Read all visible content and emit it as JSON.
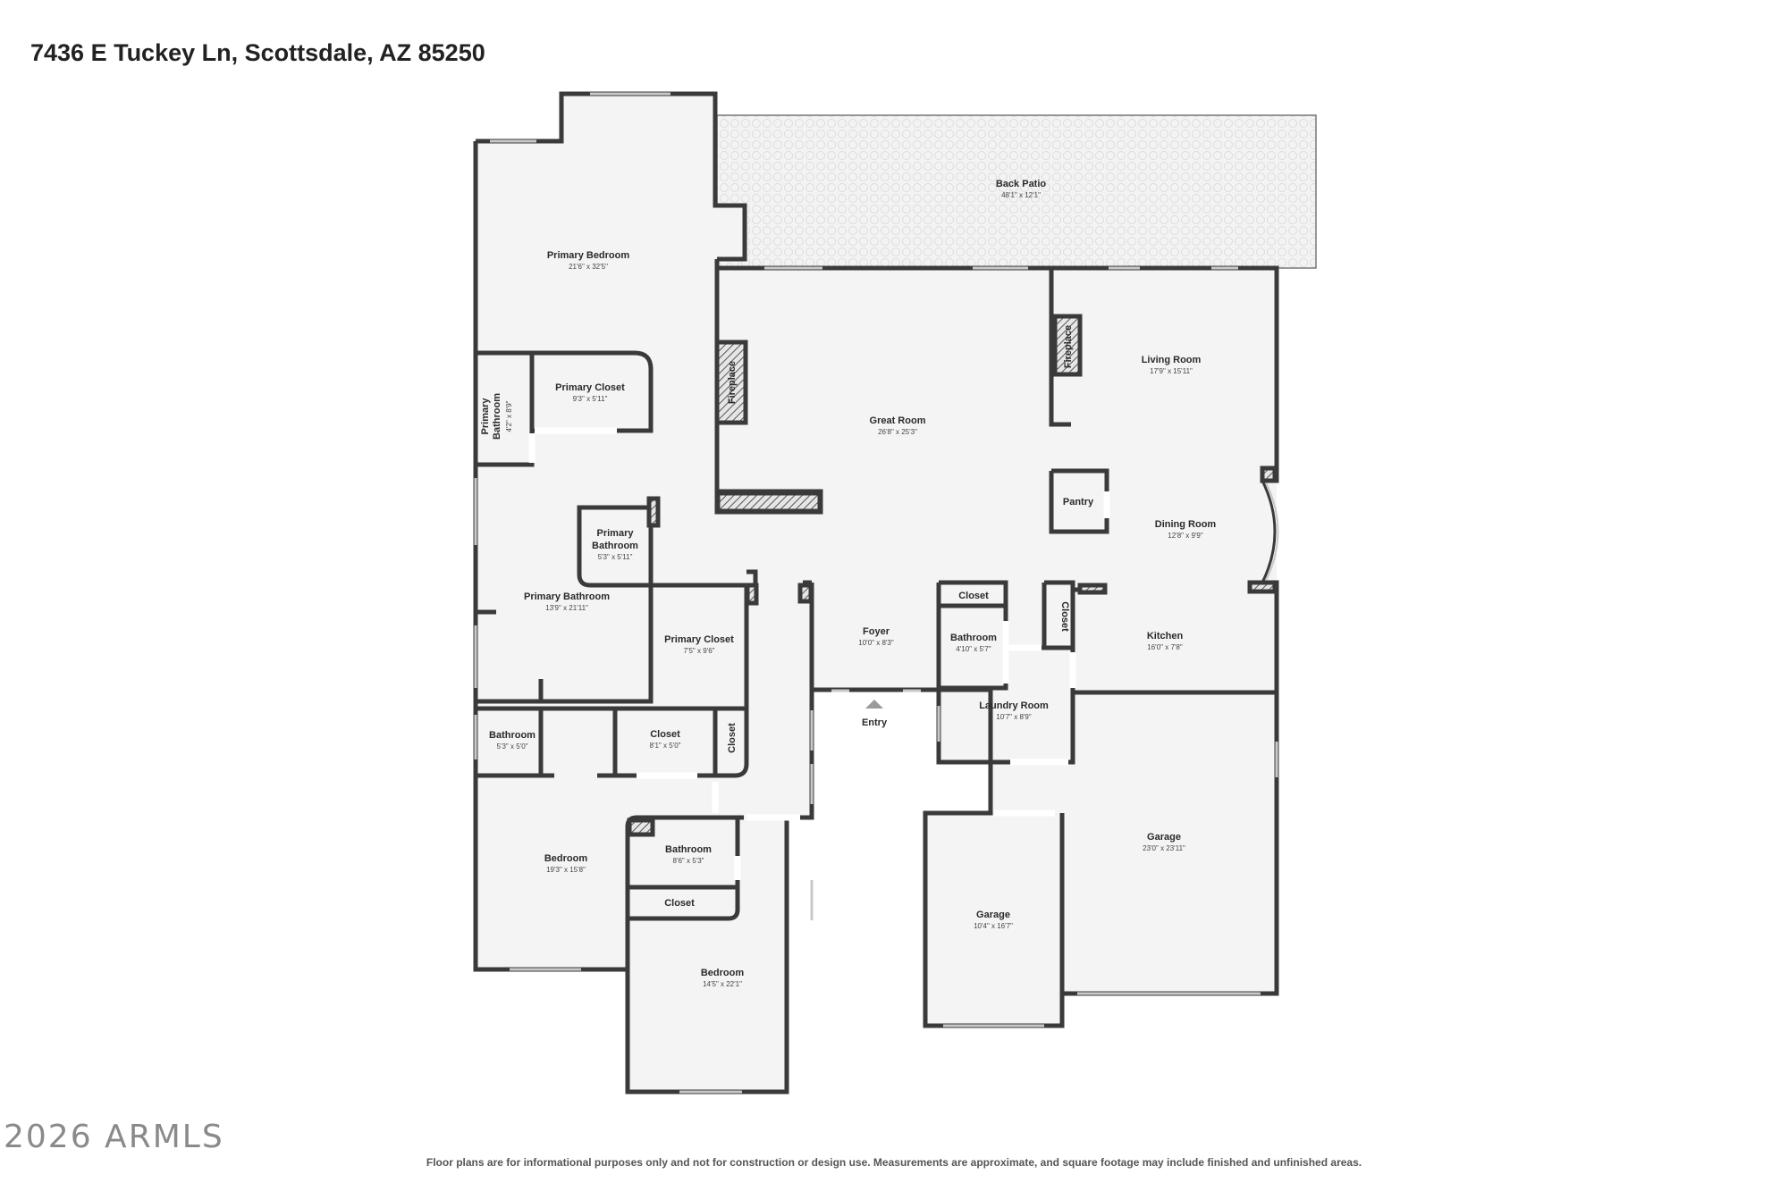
{
  "title": "7436 E Tuckey Ln, Scottsdale, AZ 85250",
  "entry_label": "Entry",
  "fireplace_label": "Fireplace",
  "rooms": {
    "back_patio": {
      "name": "Back Patio",
      "dim": "48'1\" x 12'1\""
    },
    "primary_bedroom": {
      "name": "Primary Bedroom",
      "dim": "21'6\" x 32'5\""
    },
    "primary_closet_1": {
      "name": "Primary Closet",
      "dim": "9'3\" x 5'11\""
    },
    "primary_bathroom_1": {
      "name": "Primary",
      "name2": "Bathroom",
      "dim": "4'2\" x 8'9\""
    },
    "primary_bathroom_2": {
      "name": "Primary",
      "name2": "Bathroom",
      "dim": "5'3\" x 5'11\""
    },
    "primary_bathroom_3": {
      "name": "Primary Bathroom",
      "dim": "13'9\" x 21'11\""
    },
    "primary_closet_2": {
      "name": "Primary Closet",
      "dim": "7'5\" x 9'6\""
    },
    "great_room": {
      "name": "Great Room",
      "dim": "26'8\" x 25'3\""
    },
    "living_room": {
      "name": "Living Room",
      "dim": "17'9\" x 15'11\""
    },
    "pantry": {
      "name": "Pantry"
    },
    "dining_room": {
      "name": "Dining Room",
      "dim": "12'8\" x 9'9\""
    },
    "closet_foyer": {
      "name": "Closet"
    },
    "closet_kitchen": {
      "name": "Closet"
    },
    "kitchen": {
      "name": "Kitchen",
      "dim": "16'0\" x 7'8\""
    },
    "foyer": {
      "name": "Foyer",
      "dim": "10'0\" x 8'3\""
    },
    "bathroom_center": {
      "name": "Bathroom",
      "dim": "4'10\" x 5'7\""
    },
    "laundry_room": {
      "name": "Laundry Room",
      "dim": "10'7\" x 8'9\""
    },
    "bathroom_west": {
      "name": "Bathroom",
      "dim": "5'3\" x 5'0\""
    },
    "closet_hall": {
      "name": "Closet",
      "dim": "8'1\" x 5'0\""
    },
    "closet_hall_small": {
      "name": "Closet"
    },
    "bedroom_west": {
      "name": "Bedroom",
      "dim": "19'3\" x 15'8\""
    },
    "bathroom_south": {
      "name": "Bathroom",
      "dim": "8'6\" x 5'3\""
    },
    "closet_south": {
      "name": "Closet"
    },
    "bedroom_south": {
      "name": "Bedroom",
      "dim": "14'5\" x 22'1\""
    },
    "garage_large": {
      "name": "Garage",
      "dim": "23'0\" x 23'11\""
    },
    "garage_small": {
      "name": "Garage",
      "dim": "10'4\" x 16'7\""
    }
  },
  "watermark": "2026 ARMLS",
  "disclaimer": "Floor plans are for informational purposes only and not for construction or design use. Measurements are approximate, and square footage may include finished and unfinished areas."
}
